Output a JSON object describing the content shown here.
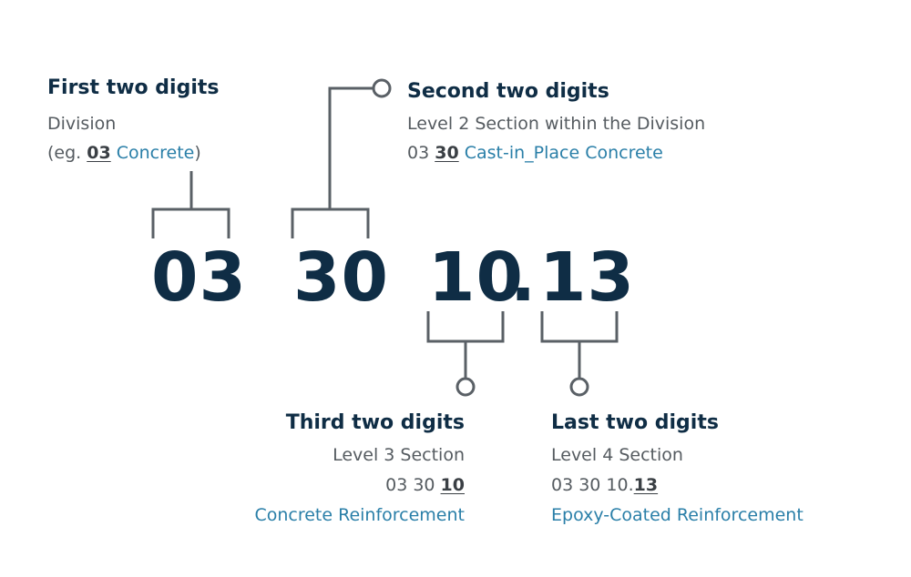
{
  "code": {
    "div": "03",
    "sec": "30",
    "sub": "10",
    "dot": ".",
    "subsub": "13"
  },
  "first": {
    "title": "First two digits",
    "label": "Division",
    "example_prefix": "(eg. ",
    "example_code": "03",
    "example_name": "Concrete",
    "example_suffix": ")"
  },
  "second": {
    "title": "Second two digits",
    "label": "Level 2 Section within the Division",
    "example_prefix": "03 ",
    "example_code": "30",
    "example_name": "Cast-in_Place Concrete"
  },
  "third": {
    "title": "Third two digits",
    "label": "Level 3 Section",
    "example_prefix": "03 30 ",
    "example_code": "10",
    "example_name": "Concrete Reinforcement"
  },
  "last": {
    "title": "Last two digits",
    "label": "Level 4 Section",
    "example_prefix": "03 30 10.",
    "example_code": "13",
    "example_name": "Epoxy-Coated Reinforcement"
  },
  "colors": {
    "heading": "#0f2d45",
    "text": "#555b60",
    "link": "#2a7fa8",
    "lines": "#5a6066"
  }
}
